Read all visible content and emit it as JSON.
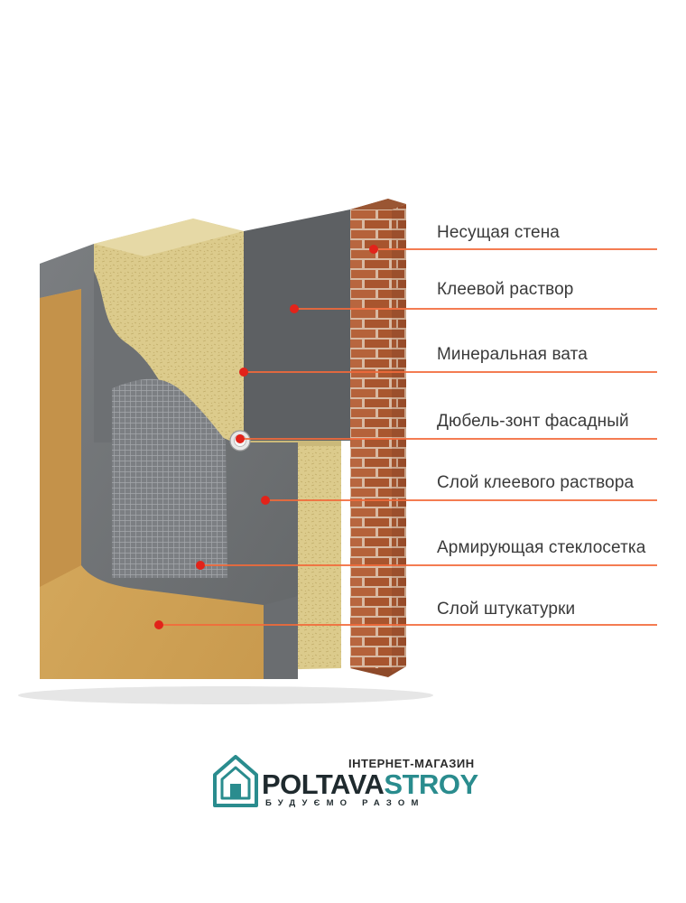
{
  "diagram": {
    "labels": [
      {
        "id": "load-bearing-wall",
        "text": "Несущая стена"
      },
      {
        "id": "adhesive-mortar",
        "text": "Клеевой раствор"
      },
      {
        "id": "mineral-wool",
        "text": "Минеральная вата"
      },
      {
        "id": "facade-dowel",
        "text": "Дюбель-зонт фасадный"
      },
      {
        "id": "adhesive-layer",
        "text": "Слой клеевого раствора"
      },
      {
        "id": "reinforcing-mesh",
        "text": "Армирующая стеклосетка"
      },
      {
        "id": "plaster-layer",
        "text": "Слой штукатурки"
      }
    ],
    "colors": {
      "leader": "#f26a3a",
      "dot": "#e2231a",
      "brick": "#b4633c",
      "mortar_gray": "#6f7275",
      "wool": "#d9c98e",
      "plaster": "#cfa25a"
    }
  },
  "logo": {
    "top_text": "ІНТЕРНЕТ-МАГАЗИН",
    "name_part1": "POLTAVA",
    "name_part2": "STROY",
    "slogan": "БУДУЄМО РАЗОМ",
    "icon": "house-icon",
    "colors": {
      "dark": "#1f2a2e",
      "teal": "#2a8c8e"
    }
  }
}
